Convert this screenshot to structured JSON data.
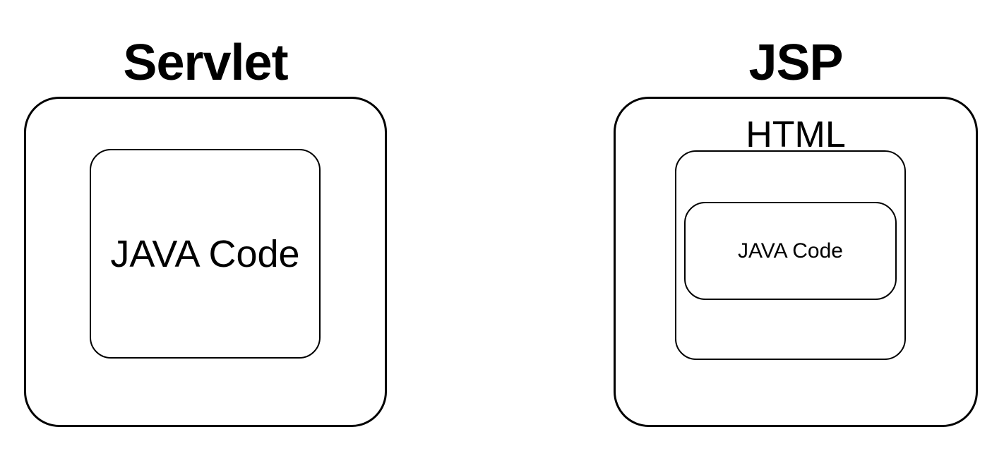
{
  "servlet": {
    "title": "Servlet",
    "inner_label": "JAVA Code"
  },
  "jsp": {
    "title": "JSP",
    "html_label": "HTML",
    "inner_label": "JAVA Code"
  }
}
